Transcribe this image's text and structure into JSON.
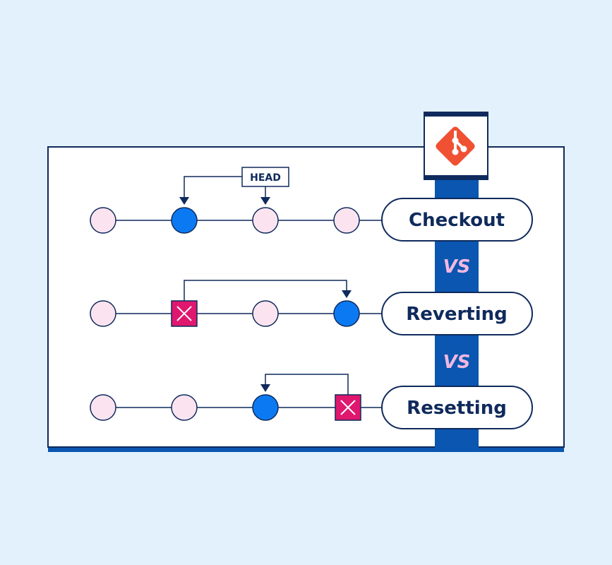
{
  "diagram": {
    "head_label": "HEAD",
    "vs_label_1": "VS",
    "vs_label_2": "VS",
    "rows": [
      {
        "label": "Checkout",
        "commits": [
          "pink",
          "blue",
          "pink",
          "pink"
        ]
      },
      {
        "label": "Reverting",
        "commits": [
          "pink",
          "removed",
          "pink",
          "blue"
        ]
      },
      {
        "label": "Resetting",
        "commits": [
          "pink",
          "pink",
          "blue",
          "removed"
        ]
      }
    ],
    "logo_icon": "git-logo-icon"
  },
  "colors": {
    "background": "#e3f1fd",
    "navy": "#0f2a5c",
    "column_blue": "#0a56b0",
    "commit_blue": "#0b7af2",
    "commit_pink": "#fbe4f0",
    "removed_pink": "#e0176e",
    "vs_pink": "#f2b8e0",
    "git_orange": "#f05133"
  }
}
